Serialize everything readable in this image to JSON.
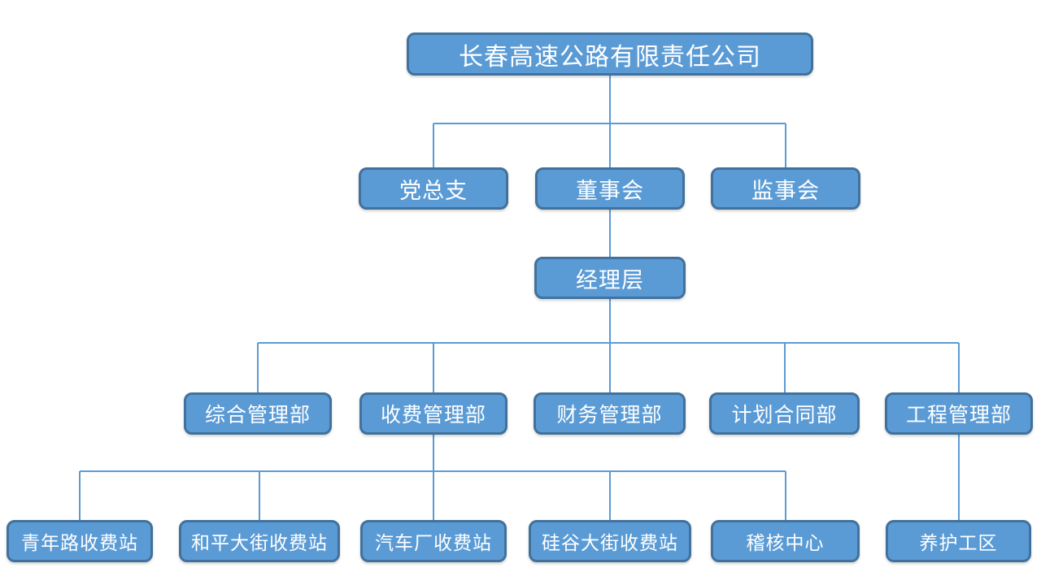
{
  "colors": {
    "box_fill": "#5B9BD5",
    "box_border": "#41719C",
    "connector": "#5B9BD5",
    "text": "#FFFFFF",
    "background": "#FFFFFF"
  },
  "org_chart": {
    "type": "org-hierarchy",
    "root": {
      "label": "长春高速公路有限责任公司"
    },
    "level2": [
      {
        "label": "党总支",
        "parent": "长春高速公路有限责任公司"
      },
      {
        "label": "董事会",
        "parent": "长春高速公路有限责任公司"
      },
      {
        "label": "监事会",
        "parent": "长春高速公路有限责任公司"
      }
    ],
    "level3": [
      {
        "label": "经理层",
        "parent": "董事会"
      }
    ],
    "level4": [
      {
        "label": "综合管理部",
        "parent": "经理层"
      },
      {
        "label": "收费管理部",
        "parent": "经理层"
      },
      {
        "label": "财务管理部",
        "parent": "经理层"
      },
      {
        "label": "计划合同部",
        "parent": "经理层"
      },
      {
        "label": "工程管理部",
        "parent": "经理层"
      }
    ],
    "level5": [
      {
        "label": "青年路收费站",
        "parent": "收费管理部"
      },
      {
        "label": "和平大街收费站",
        "parent": "收费管理部"
      },
      {
        "label": "汽车厂收费站",
        "parent": "收费管理部"
      },
      {
        "label": "硅谷大街收费站",
        "parent": "收费管理部"
      },
      {
        "label": "稽核中心",
        "parent": "收费管理部"
      },
      {
        "label": "养护工区",
        "parent": "工程管理部"
      }
    ]
  }
}
